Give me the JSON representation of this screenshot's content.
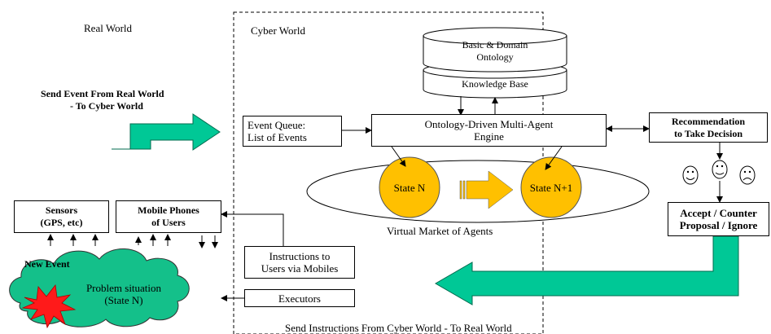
{
  "labels": {
    "real_world": "Real World",
    "cyber_world": "Cyber World",
    "send_event_line1": "Send Event From Real World",
    "send_event_line2": "- To Cyber World",
    "virtual_market": "Virtual Market of Agents",
    "new_event": "New Event",
    "send_instructions": "Send Instructions From Cyber World - To Real World"
  },
  "knowledge": {
    "ontology_line1": "Basic & Domain",
    "ontology_line2": "Ontology",
    "knowledge_base": "Knowledge Base"
  },
  "boxes": {
    "event_queue_line1": "Event Queue:",
    "event_queue_line2": "List of Events",
    "engine_line1": "Ontology-Driven Multi-Agent",
    "engine_line2": "Engine",
    "recommendation_line1": "Recommendation",
    "recommendation_line2": "to Take Decision",
    "accept_line1": "Accept / Counter",
    "accept_line2": "Proposal / Ignore",
    "sensors_line1": "Sensors",
    "sensors_line2": "(GPS, etc)",
    "mobiles_line1": "Mobile Phones",
    "mobiles_line2": "of Users",
    "instructions_line1": "Instructions to",
    "instructions_line2": "Users via Mobiles",
    "executors": "Executors"
  },
  "states": {
    "state_n": "State N",
    "state_n1": "State N+1"
  },
  "problem": {
    "line1": "Problem situation",
    "line2": "(State N)"
  },
  "colors": {
    "green_arrow": "#00c896",
    "green_arrow_edge": "#006b4f",
    "state_fill": "#ffc000",
    "state_arrow": "#ffc000",
    "cloud_fill": "#14c08a",
    "burst_fill": "#ff1a1a"
  },
  "icons": [
    "smiley-face-icon",
    "neutral-face-icon",
    "frown-face-icon"
  ]
}
